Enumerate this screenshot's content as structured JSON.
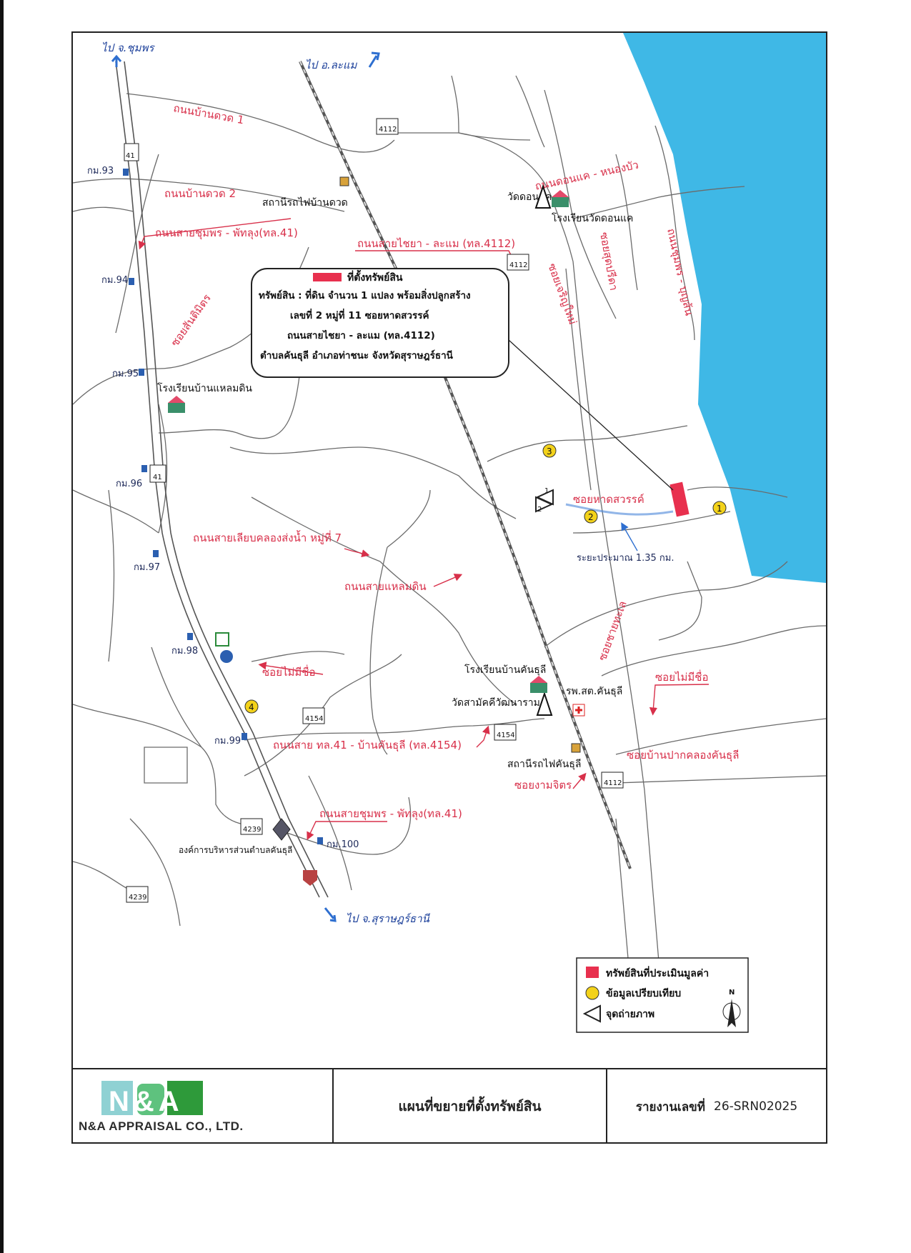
{
  "map": {
    "destinations": [
      "ไป จ.ชุมพร",
      "ไป อ.ละแม",
      "ไป จ.สุราษฎร์ธานี"
    ],
    "road_labels": [
      "ถนนบ้านดวด 1",
      "ถนนบ้านดวด 2",
      "ถนนสายชุมพร - พัทลุง(ทล.41)",
      "ถนนสายไชยา - ละแม (ทล.4112)",
      "ถนนดอนแค - หนองบัว",
      "ถนนชุมพร - บุญส้น",
      "ซอยสุดปรีดา",
      "ซอยเจริญใหม่",
      "ซอยสันติมิตร",
      "ถนนสายเลียบคลองส่งน้ำ หมู่ที่ 7",
      "ถนนสายแหลมดิน",
      "ซอยชายทะเล",
      "ซอยไม่มีชื่อ",
      "ซอยไม่มีชื่อ",
      "ถนนสาย ทล.41 - บ้านคันธุลี (ทล.4154)",
      "ซอยบ้านปากคลองคันธุลี",
      "ซอยงามจิตร",
      "ถนนสายชุมพร - พัทลุง(ทล.41)",
      "ซอยหาดสวรรค์"
    ],
    "km_markers": [
      "กม.93",
      "กม.94",
      "กม.95",
      "กม.96",
      "กม.97",
      "กม.98",
      "กม.99",
      "กม.100"
    ],
    "route_shields": [
      "41",
      "41",
      "4112",
      "4112",
      "4112",
      "4154",
      "4154",
      "4239",
      "4239"
    ],
    "places": [
      "สถานีรถไฟบ้านดวด",
      "วัดดอนแค",
      "โรงเรียนวัดดอนแค",
      "โรงเรียนบ้านแหลมดิน",
      "โรงเรียนบ้านคันธุลี",
      "วัดสามัคคีวัฒนาราม",
      "รพ.สต.คันธุลี",
      "สถานีรถไฟคันธุลี",
      "องค์การบริหารส่วนตำบลคันธุลี"
    ],
    "distance_note": "ระยะประมาณ 1.35 กม.",
    "comparables": [
      "1",
      "2",
      "3",
      "4"
    ],
    "photo_points": [
      "1",
      "2"
    ],
    "callout": {
      "title": "ที่ตั้งทรัพย์สิน",
      "lines": [
        "ทรัพย์สิน : ที่ดิน จำนวน 1 แปลง พร้อมสิ่งปลูกสร้าง",
        "เลขที่ 2 หมู่ที่ 11 ซอยหาดสวรรค์",
        "ถนนสายไชยา - ละแม (ทล.4112)",
        "ตำบลคันธุลี อำเภอท่าชนะ จังหวัดสุราษฎร์ธานี"
      ]
    },
    "legend": {
      "items": [
        "ทรัพย์สินที่ประเมินมูลค่า",
        "ข้อมูลเปรียบเทียบ",
        "จุดถ่ายภาพ"
      ],
      "north": "N"
    },
    "colors": {
      "sea": "#3fb8e6",
      "label_red": "#d8304a",
      "label_blue": "#1b3f9a",
      "property": "#e8304e",
      "comparable": "#f3d21a"
    }
  },
  "footer": {
    "company": "N&A APPRAISAL CO., LTD.",
    "logo_text": "N&A",
    "title": "แผนที่ขยายที่ตั้งทรัพย์สิน",
    "report_label": "รายงานเลขที่",
    "report_number": "26-SRN02025"
  }
}
